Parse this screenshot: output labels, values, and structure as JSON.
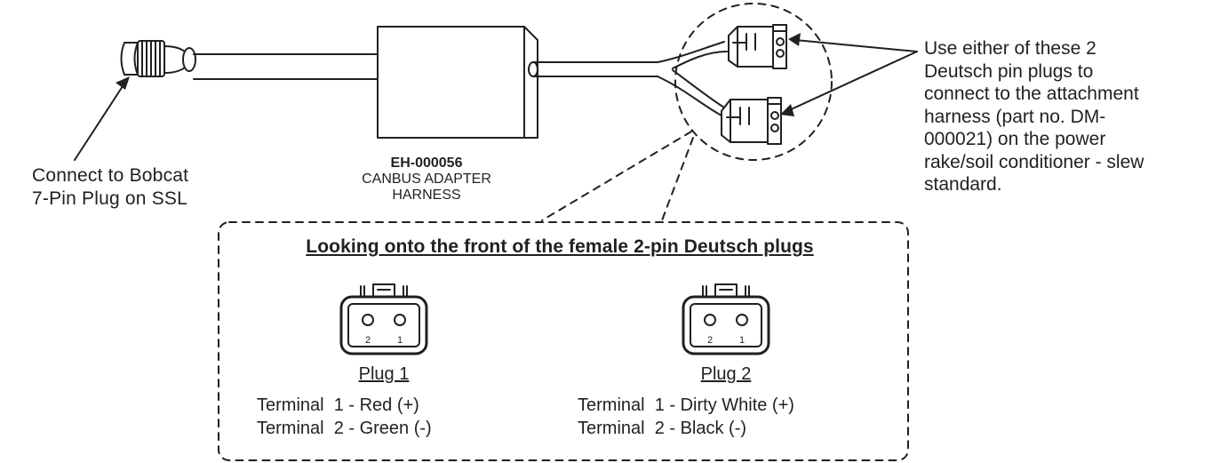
{
  "left_label": {
    "lines": [
      "Connect to Bobcat",
      "7-Pin Plug on SSL"
    ]
  },
  "part_label": {
    "part_number": "EH-000056",
    "name_lines": [
      "CANBUS ADAPTER",
      "HARNESS"
    ]
  },
  "right_label": {
    "lines": [
      "Use either of these 2",
      "Deutsch pin plugs to",
      "connect to the attachment",
      "harness (part no. DM-",
      "000021) on the power",
      "rake/soil conditioner - slew",
      "standard."
    ]
  },
  "panel": {
    "title": "Looking onto the front of the female 2-pin Deutsch plugs",
    "plugs": [
      {
        "title": "Plug 1",
        "pin_labels": [
          "2",
          "1"
        ],
        "terminals": [
          "Terminal  1 - Red (+)",
          "Terminal  2 - Green (-)"
        ]
      },
      {
        "title": "Plug 2",
        "pin_labels": [
          "2",
          "1"
        ],
        "terminals": [
          "Terminal  1 - Dirty White (+)",
          "Terminal  2 - Black (-)"
        ]
      }
    ]
  }
}
